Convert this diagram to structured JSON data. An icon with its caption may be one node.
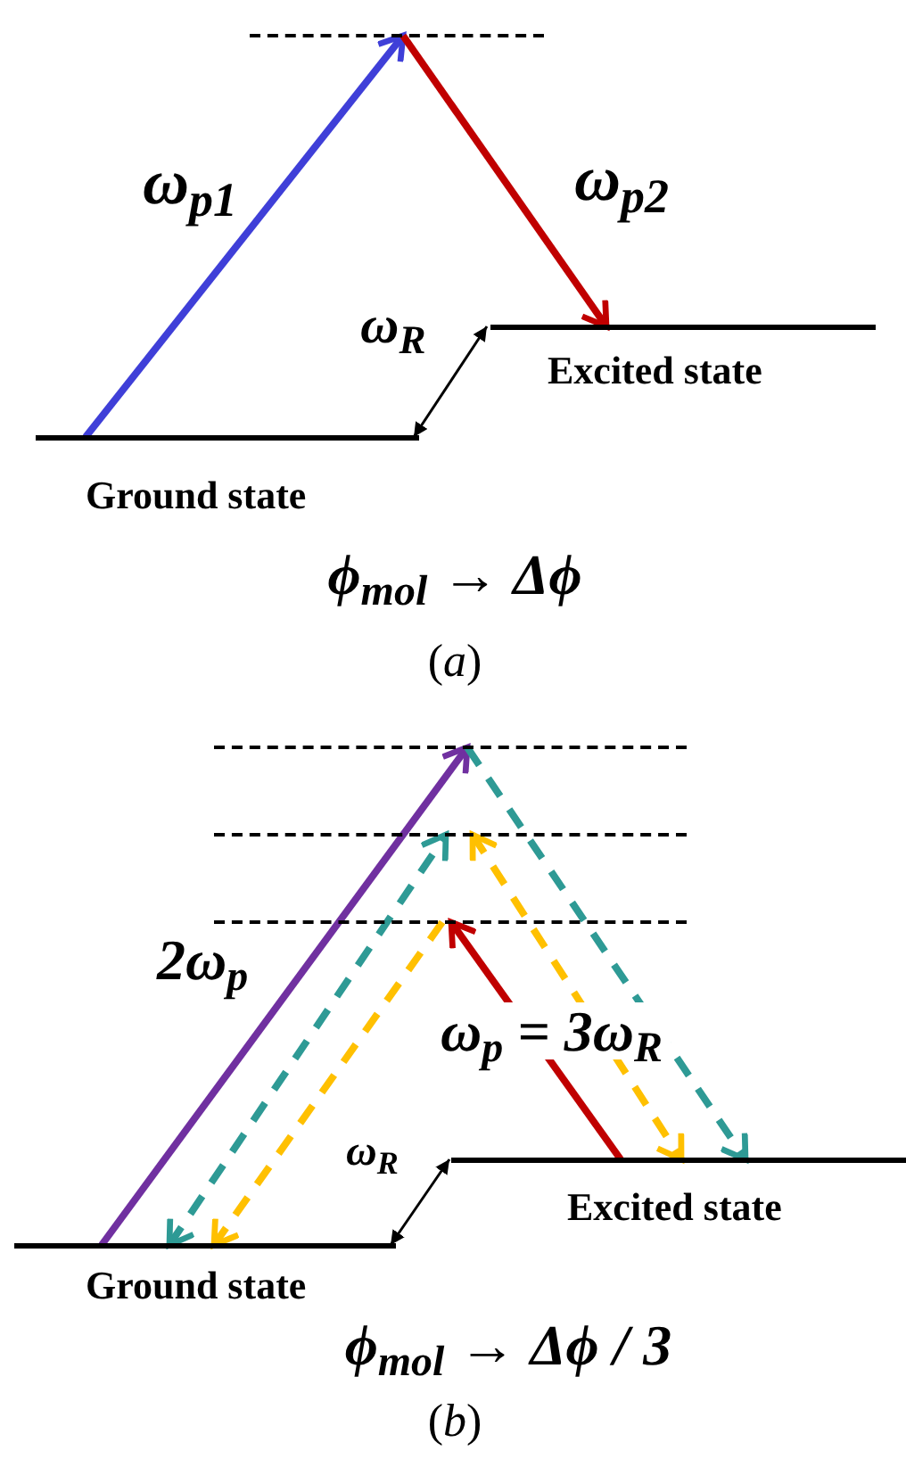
{
  "diagram": {
    "nodes": [
      {
        "text": [
          "Ground state"
        ]
      },
      {
        "text": [
          "Excited state"
        ]
      },
      {
        "text": [],
        "shape": "bar"
      },
      {
        "text": [
          "Ground state"
        ]
      },
      {
        "text": [
          "Excited state"
        ]
      },
      {
        "text": [],
        "shape": "bar"
      },
      {
        "text": [],
        "shape": "bar"
      },
      {
        "text": [],
        "shape": "bar"
      }
    ],
    "edges": [
      {
        "from": 0,
        "to": 2,
        "arrow": "to",
        "label": "ω$_{p1}$",
        "color": "#3f3fd8"
      },
      {
        "from": 2,
        "to": 1,
        "arrow": "to",
        "label": "ω$_{p2}$",
        "color": "#c00000"
      },
      {
        "from": 3,
        "to": 5,
        "arrow": "to",
        "label": "2ω$_{p}$",
        "color": "#7030a0"
      },
      {
        "from": 5,
        "to": 4,
        "arrow": "to",
        "style": "dashed",
        "color": "#2e9a95"
      },
      {
        "from": 3,
        "to": 6,
        "arrow": "both",
        "style": "dashed",
        "color": "#2e9a95"
      },
      {
        "from": 7,
        "to": 3,
        "arrow": "to",
        "style": "dashed",
        "color": "#ffc000"
      },
      {
        "from": 6,
        "to": 4,
        "arrow": "both",
        "style": "dashed",
        "color": "#ffc000"
      },
      {
        "from": 4,
        "to": 7,
        "arrow": "to",
        "label": "ω$_{p}$ = 3ω$_{R}$",
        "color": "#c00000"
      },
      {
        "from": 0,
        "to": 1,
        "arrow": "both",
        "label": "ω$_{R}$",
        "color": "#000000"
      },
      {
        "from": 3,
        "to": 4,
        "arrow": "both",
        "label": "ω$_{R}$",
        "color": "#000000"
      }
    ],
    "labels": [
      "ϕ$_{mol}$ → Δϕ",
      "(*a*)",
      "ϕ$_{mol}$ → Δϕ / 3",
      "(*b*)"
    ]
  }
}
